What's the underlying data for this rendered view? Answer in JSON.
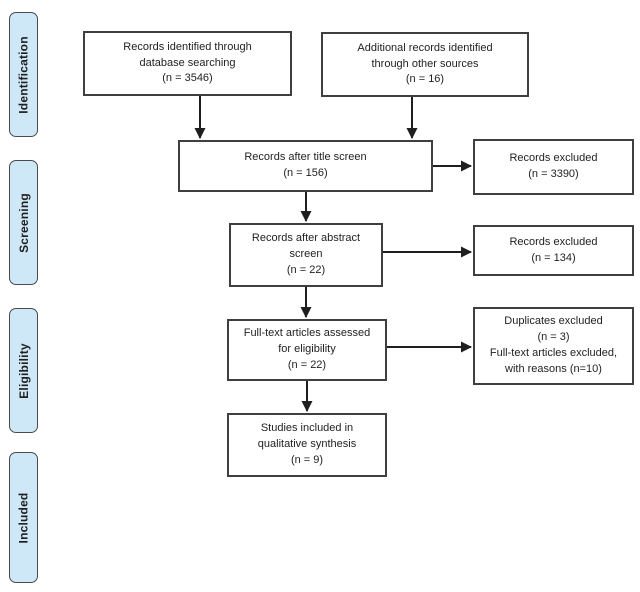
{
  "diagram_type": "prisma-flow-diagram",
  "colors": {
    "background": "#ffffff",
    "stage_fill": "#cfe8f7",
    "stage_border": "#4a4a4a",
    "box_fill": "#ffffff",
    "box_border": "#3f3f3f",
    "arrow": "#1f1f1f",
    "text": "#1f1f1f"
  },
  "stages": [
    {
      "id": "identification",
      "label": "Identification"
    },
    {
      "id": "screening",
      "label": "Screening"
    },
    {
      "id": "eligibility",
      "label": "Eligibility"
    },
    {
      "id": "included",
      "label": "Included"
    }
  ],
  "nodes": {
    "database_search": {
      "label": "Records identified through\ndatabase searching\n(n = 3546)"
    },
    "other_sources": {
      "label": "Additional records identified\nthrough other sources\n(n = 16)"
    },
    "title_screen": {
      "label": "Records after title screen\n(n = 156)"
    },
    "excluded_title": {
      "label": "Records excluded\n(n = 3390)"
    },
    "abstract_screen": {
      "label": "Records after abstract\nscreen\n(n = 22)"
    },
    "excluded_abstract": {
      "label": "Records excluded\n(n = 134)"
    },
    "full_text": {
      "label": "Full-text articles assessed\nfor eligibility\n(n = 22)"
    },
    "excluded_full_text": {
      "label": "Duplicates excluded\n(n = 3)\nFull-text articles excluded,\nwith reasons (n=10)"
    },
    "included_studies": {
      "label": "Studies included in\nqualitative synthesis\n(n = 9)"
    }
  },
  "edges": [
    {
      "from": "database_search",
      "to": "title_screen"
    },
    {
      "from": "other_sources",
      "to": "title_screen"
    },
    {
      "from": "title_screen",
      "to": "excluded_title"
    },
    {
      "from": "title_screen",
      "to": "abstract_screen"
    },
    {
      "from": "abstract_screen",
      "to": "excluded_abstract"
    },
    {
      "from": "abstract_screen",
      "to": "full_text"
    },
    {
      "from": "full_text",
      "to": "excluded_full_text"
    },
    {
      "from": "full_text",
      "to": "included_studies"
    }
  ]
}
